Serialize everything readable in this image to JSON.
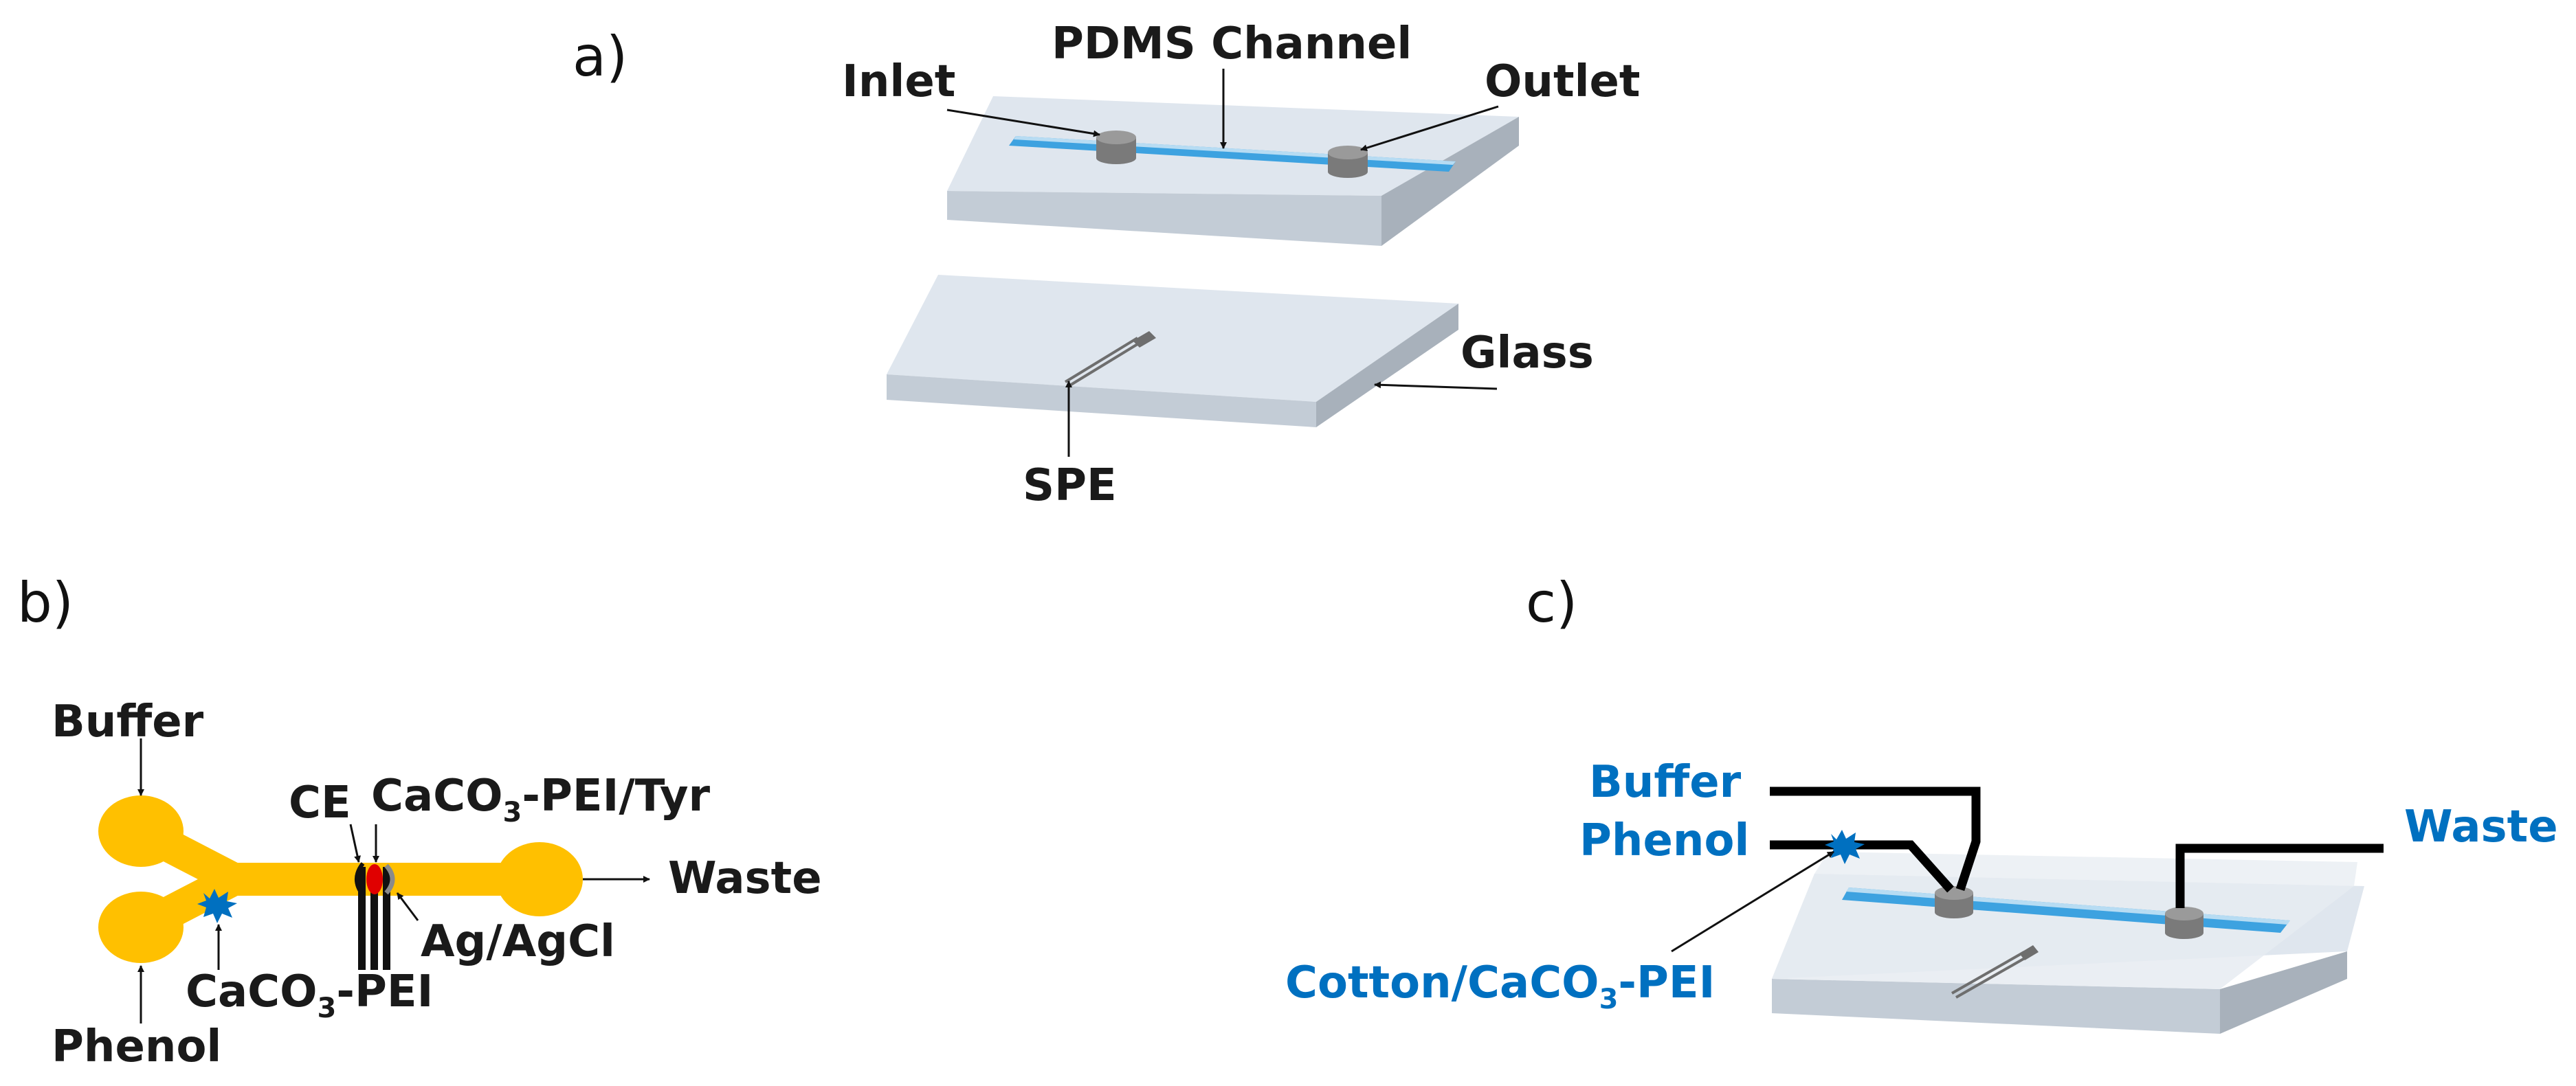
{
  "colors": {
    "slab_top": "#dfe6ee",
    "slab_front": "#c3ccd6",
    "slab_side": "#a8b1bb",
    "channel": "#3da2e0",
    "channel_light": "#b7dcf3",
    "port_top": "#9a9a9a",
    "port_side": "#7a7a7a",
    "electrode": "#6e6e6e",
    "chip_yellow": "#ffc000",
    "tubing": "#000000",
    "blue_text": "#0070c0",
    "red_dot": "#e00000",
    "label_dark": "#1a1a1a"
  },
  "panel_a": {
    "tag": "a)",
    "labels": {
      "inlet": "Inlet",
      "pdms_channel": "PDMS Channel",
      "outlet": "Outlet",
      "glass": "Glass",
      "spe": "SPE"
    }
  },
  "panel_b": {
    "tag": "b)",
    "labels": {
      "buffer": "Buffer",
      "phenol": "Phenol",
      "ce": "CE",
      "caco3_pei_tyr_prefix": "CaCO",
      "caco3_pei_tyr_sub": "3",
      "caco3_pei_tyr_suffix": "-PEI/Tyr",
      "waste": "Waste",
      "ag_agcl": "Ag/AgCl",
      "caco3_pei_prefix": "CaCO",
      "caco3_pei_sub": "3",
      "caco3_pei_suffix": "-PEI"
    }
  },
  "panel_c": {
    "tag": "c)",
    "labels": {
      "buffer": "Buffer",
      "phenol": "Phenol",
      "waste": "Waste",
      "cotton_prefix": "Cotton/CaCO",
      "cotton_sub": "3",
      "cotton_suffix": "-PEI"
    }
  }
}
